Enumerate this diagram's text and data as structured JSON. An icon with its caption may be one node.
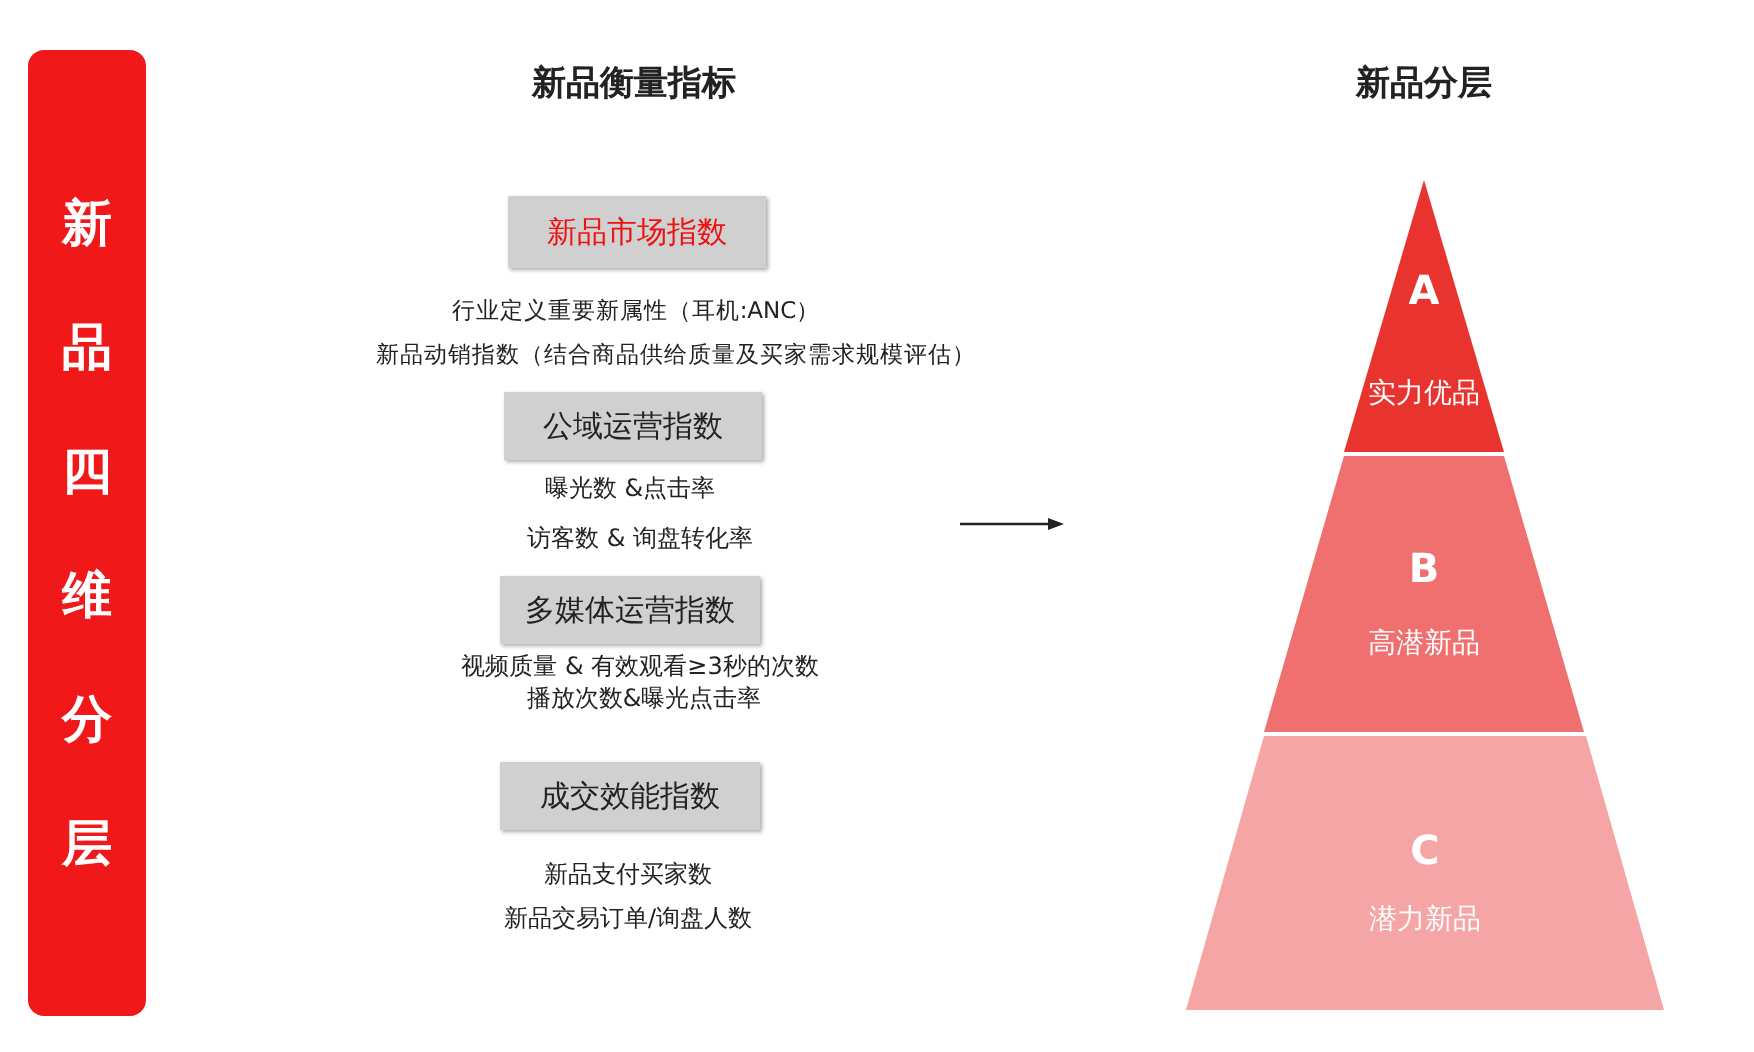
{
  "diagram": {
    "nodes": [
      {
        "text": [
          "新品四维分层"
        ]
      },
      {
        "text": [
          "新品市场指数"
        ],
        "beside": [
          "行业定义重要新属性（耳机:ANC）",
          "新品动销指数（结合商品供给质量及买家需求规模评估）"
        ]
      },
      {
        "text": [
          "公域运营指数"
        ],
        "beside": [
          "曝光数 &点击率",
          "访客数 & 询盘转化率"
        ]
      },
      {
        "text": [
          "多媒体运营指数"
        ],
        "beside": [
          "视频质量 & 有效观看≥3秒的次数",
          "播放次数&曝光点击率"
        ]
      },
      {
        "text": [
          "成交效能指数"
        ],
        "beside": [
          "新品支付买家数",
          "新品交易订单/询盘人数"
        ]
      },
      {
        "text": [
          "A",
          "实力优品"
        ]
      },
      {
        "text": [
          "B",
          "高潜新品"
        ]
      },
      {
        "text": [
          "C",
          "潜力新品"
        ]
      }
    ],
    "edges": [],
    "labels": [
      "新品衡量指标",
      "新品分层"
    ]
  }
}
